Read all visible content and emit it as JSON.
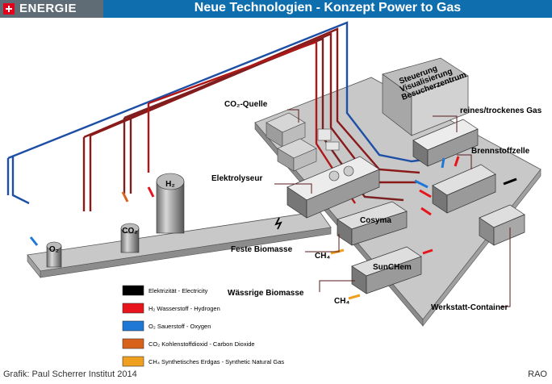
{
  "header": {
    "badge": "ENERGIE",
    "title": "Neue Technologien - Konzept Power to Gas"
  },
  "labels": {
    "steuerung_1": "Steuerung",
    "steuerung_2": "Visualisierung",
    "steuerung_3": "Besucherzentrum",
    "co2_quelle": "CO₂-Quelle",
    "reines_gas": "reines/trockenes Gas",
    "brennstoffzelle": "Brennstoffzelle",
    "elektrolyseur": "Elektrolyseur",
    "cosyma": "Cosyma",
    "feste_biomasse": "Feste Biomasse",
    "sunchem": "SunCHem",
    "waessrige_biomasse": "Wässrige Biomasse",
    "werkstatt": "Werkstatt-Container",
    "ch4_a": "CH₄",
    "ch4_b": "CH₄",
    "tank_o2": "O₂",
    "tank_co2": "CO₂",
    "tank_h2": "H₂"
  },
  "legend": [
    {
      "text": "Elektrizität - Electricity",
      "color": "#000000"
    },
    {
      "text": "H₂ Wasserstoff - Hydrogen",
      "color": "#e8141b"
    },
    {
      "text": "O₂ Sauerstoff - Oxygen",
      "color": "#1f78d6"
    },
    {
      "text": "CO₂ Kohlenstoffdioxid - Carbon Dioxide",
      "color": "#d9621a"
    },
    {
      "text": "CH₄ Synthetisches Erdgas - Synthetic Natural Gas",
      "color": "#f0a020"
    }
  ],
  "footer": {
    "credit": "Grafik: Paul Scherrer Institut 2014",
    "tag": "RAO"
  }
}
